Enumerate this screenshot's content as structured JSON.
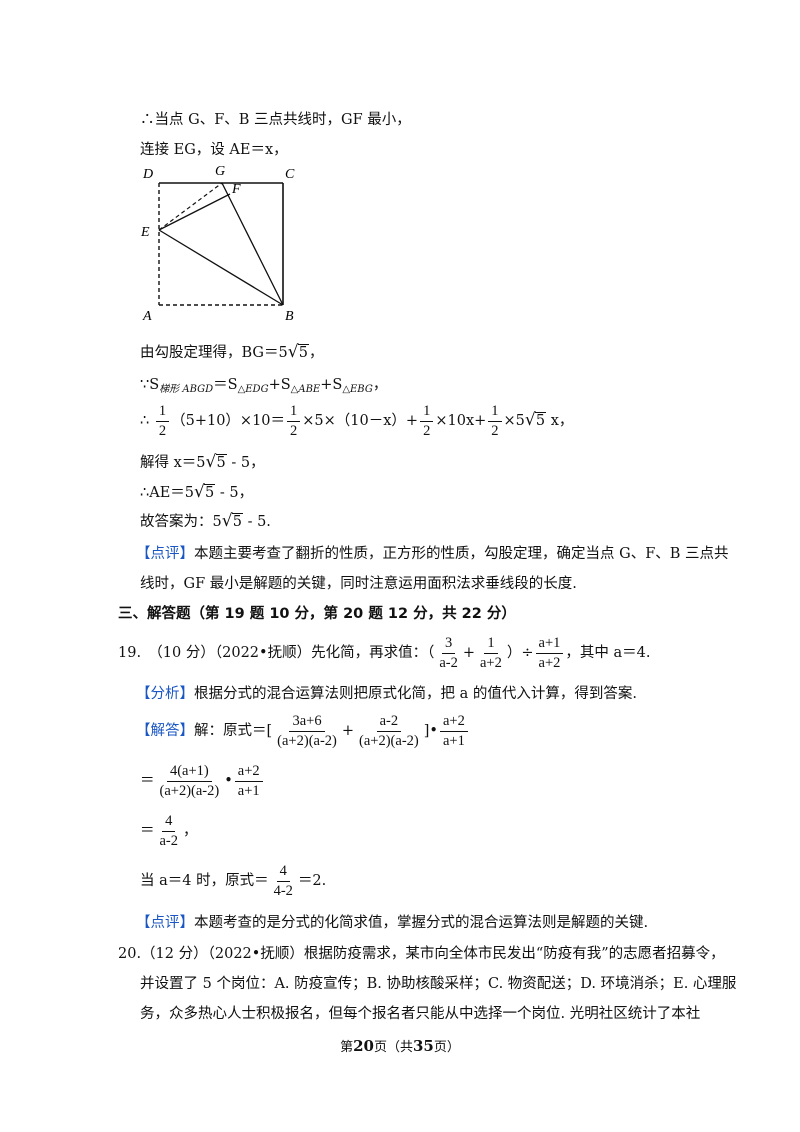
{
  "lines": {
    "l1": "∴当点 G、F、B 三点共线时，GF 最小，",
    "l2": "连接 EG，设 AE＝x，",
    "pythag": "由勾股定理得，BG＝5",
    "pythag_rad": "5",
    "because_prefix": "∵S",
    "because_sub1": "梯形 ABGD",
    "because_mid1": "＝S",
    "because_sub2": "△EDG",
    "because_mid2": "+S",
    "because_sub3": "△ABE",
    "because_mid3": "+S",
    "because_sub4": "△EBG",
    "because_end": "，",
    "eq_prefix": "∴",
    "eq_half": {
      "num": "1",
      "den": "2"
    },
    "eq_part1": "（5+10）×10＝",
    "eq_part2": "×5×（10－x）+",
    "eq_part3": "×10x+",
    "eq_part4": "×5",
    "eq_rad": "5",
    "eq_end": " x，",
    "solve_pre": "解得 x＝5",
    "solve_rad": "5",
    "solve_post": " - 5，",
    "ae_pre": "∴AE＝5",
    "ae_rad": "5",
    "ae_post": " - 5，",
    "ans_pre": "故答案为：5",
    "ans_rad": "5",
    "ans_post": " - 5.",
    "comment_tag": "【点评】",
    "comment1": "本题主要考查了翻折的性质，正方形的性质，勾股定理，确定当点 G、F、B 三点共",
    "comment2": "线时，GF 最小是解题的关键，同时注意运用面积法求垂线段的长度."
  },
  "section": "三、解答题（第 19 题 10 分，第 20 题 12 分，共 22 分）",
  "q19": {
    "head": "19.　（10 分）（2022•抚顺）先化简，再求值：（",
    "f1": {
      "num": "3",
      "den": "a-2"
    },
    "plus": "+",
    "f2": {
      "num": "1",
      "den": "a+2"
    },
    "div": "）÷",
    "f3": {
      "num": "a+1",
      "den": "a+2"
    },
    "tail": "，其中 a＝4.",
    "analysis_tag": "【分析】",
    "analysis": "根据分式的混合运算法则把原式化简，把 a 的值代入计算，得到答案.",
    "answer_tag": "【解答】",
    "answer_pre": "解：原式＝[",
    "s1": {
      "num": "3a+6",
      "den": "(a+2)(a-2)"
    },
    "s1_plus": "+",
    "s2": {
      "num": "a-2",
      "den": "(a+2)(a-2)"
    },
    "s2_end": "]•",
    "s3": {
      "num": "a+2",
      "den": "a+1"
    },
    "step2_pre": "＝",
    "s4": {
      "num": "4(a+1)",
      "den": "(a+2)(a-2)"
    },
    "dot": "•",
    "s5": {
      "num": "a+2",
      "den": "a+1"
    },
    "step3_pre": "＝",
    "s6": {
      "num": "4",
      "den": "a-2"
    },
    "step3_post": "，",
    "step4_pre": "当 a＝4 时，原式＝",
    "s7": {
      "num": "4",
      "den": "4-2"
    },
    "step4_post": "＝2.",
    "comment_tag": "【点评】",
    "comment": "本题考查的是分式的化简求值，掌握分式的混合运算法则是解题的关键."
  },
  "q20": {
    "line1": "20.（12 分）（2022•抚顺）根据防疫需求，某市向全体市民发出“防疫有我”的志愿者招募令，",
    "line2": "并设置了 5 个岗位：A. 防疫宣传；B. 协助核酸采样；C. 物资配送；D. 环境消杀；E. 心理服",
    "line3": "务，众多热心人士积极报名，但每个报名者只能从中选择一个岗位. 光明社区统计了本社"
  },
  "figure": {
    "labels": [
      "D",
      "G",
      "C",
      "F",
      "E",
      "A",
      "B"
    ]
  },
  "footer": {
    "pre": "第",
    "page": "20",
    "mid": "页（共",
    "total": "35",
    "post": "页）"
  }
}
